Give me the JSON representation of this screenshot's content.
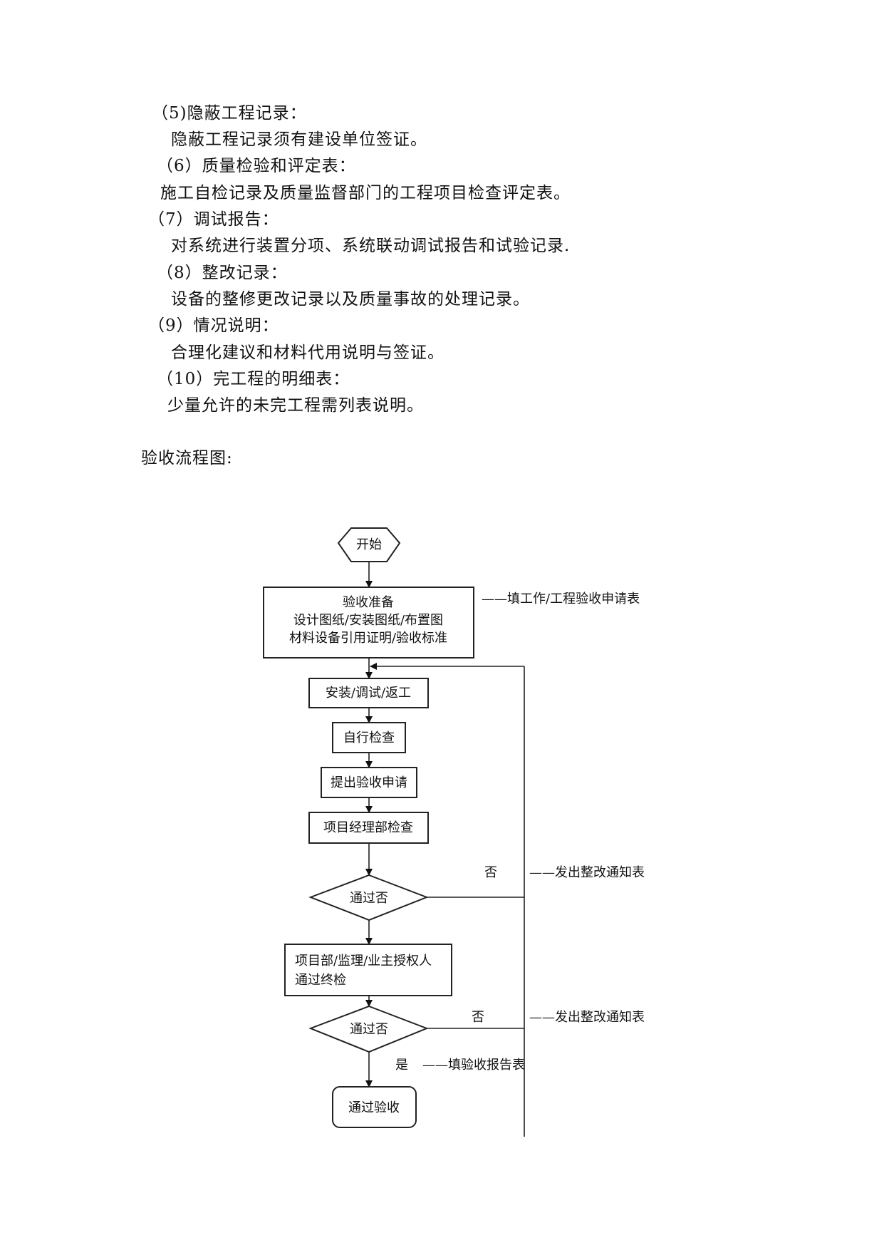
{
  "text_lines": [
    "（5)隐蔽工程记录：",
    "隐蔽工程记录须有建设单位签证。",
    "（6）质量检验和评定表：",
    "施工自检记录及质量监督部门的工程项目检查评定表。",
    "（7）调试报告：",
    "对系统进行装置分项、系统联动调试报告和试验记录.",
    "（8）整改记录：",
    "设备的整修更改记录以及质量事故的处理记录。",
    "（9）情况说明：",
    "合理化建议和材料代用说明与签证。",
    "（10）完工程的明细表：",
    "少量允许的未完工程需列表说明。"
  ],
  "flowchart_title": "验收流程图:",
  "flowchart": {
    "start": "开始",
    "prepare": [
      "验收准备",
      "设计图纸/安装图纸/布置图",
      "材料设备引用证明/验收标准"
    ],
    "prepare_note": "——填工作/工程验收申请表",
    "install": "安装/调试/返工",
    "self_check": "自行检查",
    "apply": "提出验收申请",
    "pm_check": "项目经理部检查",
    "decision1": "通过否",
    "no1": "否",
    "rectify1": "——发出整改通知表",
    "final_check": [
      "项目部/监理/业主授权人",
      "通过终检"
    ],
    "decision2": "通过否",
    "no2": "否",
    "rectify2": "——发出整改通知表",
    "yes": "是",
    "yes_note": "——填验收报告表",
    "end": "通过验收"
  }
}
